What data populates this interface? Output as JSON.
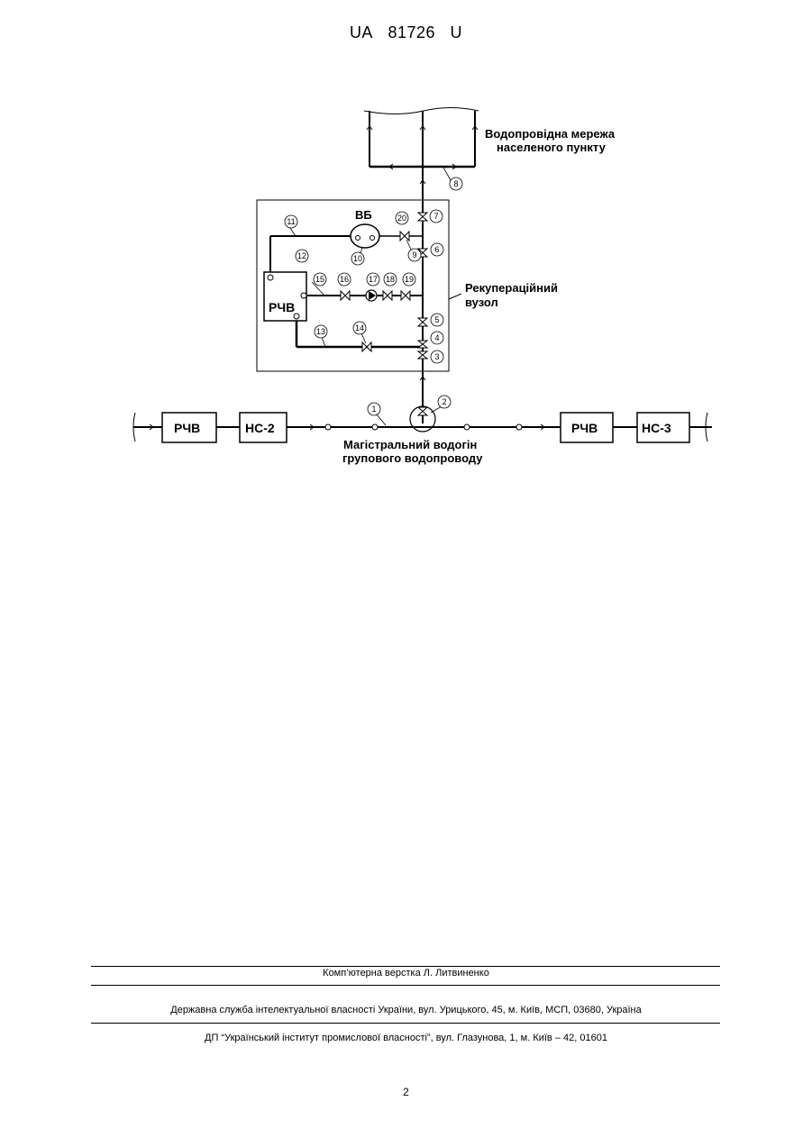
{
  "header": {
    "country": "UA",
    "number": "81726",
    "kind": "U"
  },
  "diagram": {
    "water_network": [
      "Водопровідна мережа",
      "населеного пункту"
    ],
    "recovery_unit": [
      "Рекупераційний",
      "вузол"
    ],
    "main_pipe": [
      "Магістральний водогін",
      "групового водопроводу"
    ],
    "tank_label": "ВБ",
    "rchv_label": "РЧВ",
    "ns2_label": "НС-2",
    "ns3_label": "НС-3",
    "numbers": [
      "1",
      "2",
      "3",
      "4",
      "5",
      "6",
      "7",
      "8",
      "9",
      "10",
      "11",
      "12",
      "13",
      "14",
      "15",
      "16",
      "17",
      "18",
      "19",
      "20"
    ]
  },
  "footer": {
    "layout": "Комп’ютерна верстка Л. Литвиненко",
    "service": "Державна служба інтелектуальної власності України, вул. Урицького, 45, м. Київ, МСП, 03680, Україна",
    "institute": "ДП “Український інститут промислової власності”, вул. Глазунова, 1, м. Київ – 42, 01601"
  },
  "page_number": "2"
}
